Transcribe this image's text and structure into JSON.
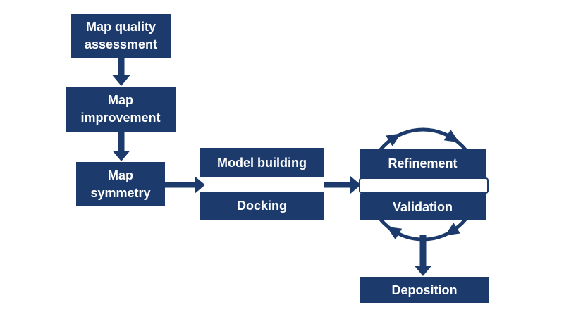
{
  "colors": {
    "accent": "#1c3b6c",
    "text": "#ffffff",
    "background": "#ffffff"
  },
  "nodes": {
    "map_quality_assessment": {
      "label": "Map quality\nassessment"
    },
    "map_improvement": {
      "label": "Map\nimprovement"
    },
    "map_symmetry": {
      "label": "Map\nsymmetry"
    },
    "model_building": {
      "label": "Model building"
    },
    "docking": {
      "label": "Docking"
    },
    "refinement": {
      "label": "Refinement"
    },
    "validation": {
      "label": "Validation"
    },
    "deposition": {
      "label": "Deposition"
    }
  },
  "edges": [
    {
      "from": "Map quality assessment",
      "to": "Map improvement",
      "type": "arrow-down"
    },
    {
      "from": "Map improvement",
      "to": "Map symmetry",
      "type": "arrow-down"
    },
    {
      "from": "Map symmetry",
      "to": "Model building / Docking",
      "type": "arrow-right"
    },
    {
      "from": "Model building / Docking",
      "to": "Refinement / Validation",
      "type": "arrow-right"
    },
    {
      "from": "Refinement",
      "to": "Validation",
      "type": "clockwise-cycle"
    },
    {
      "from": "Refinement / Validation",
      "to": "Deposition",
      "type": "arrow-down"
    }
  ]
}
